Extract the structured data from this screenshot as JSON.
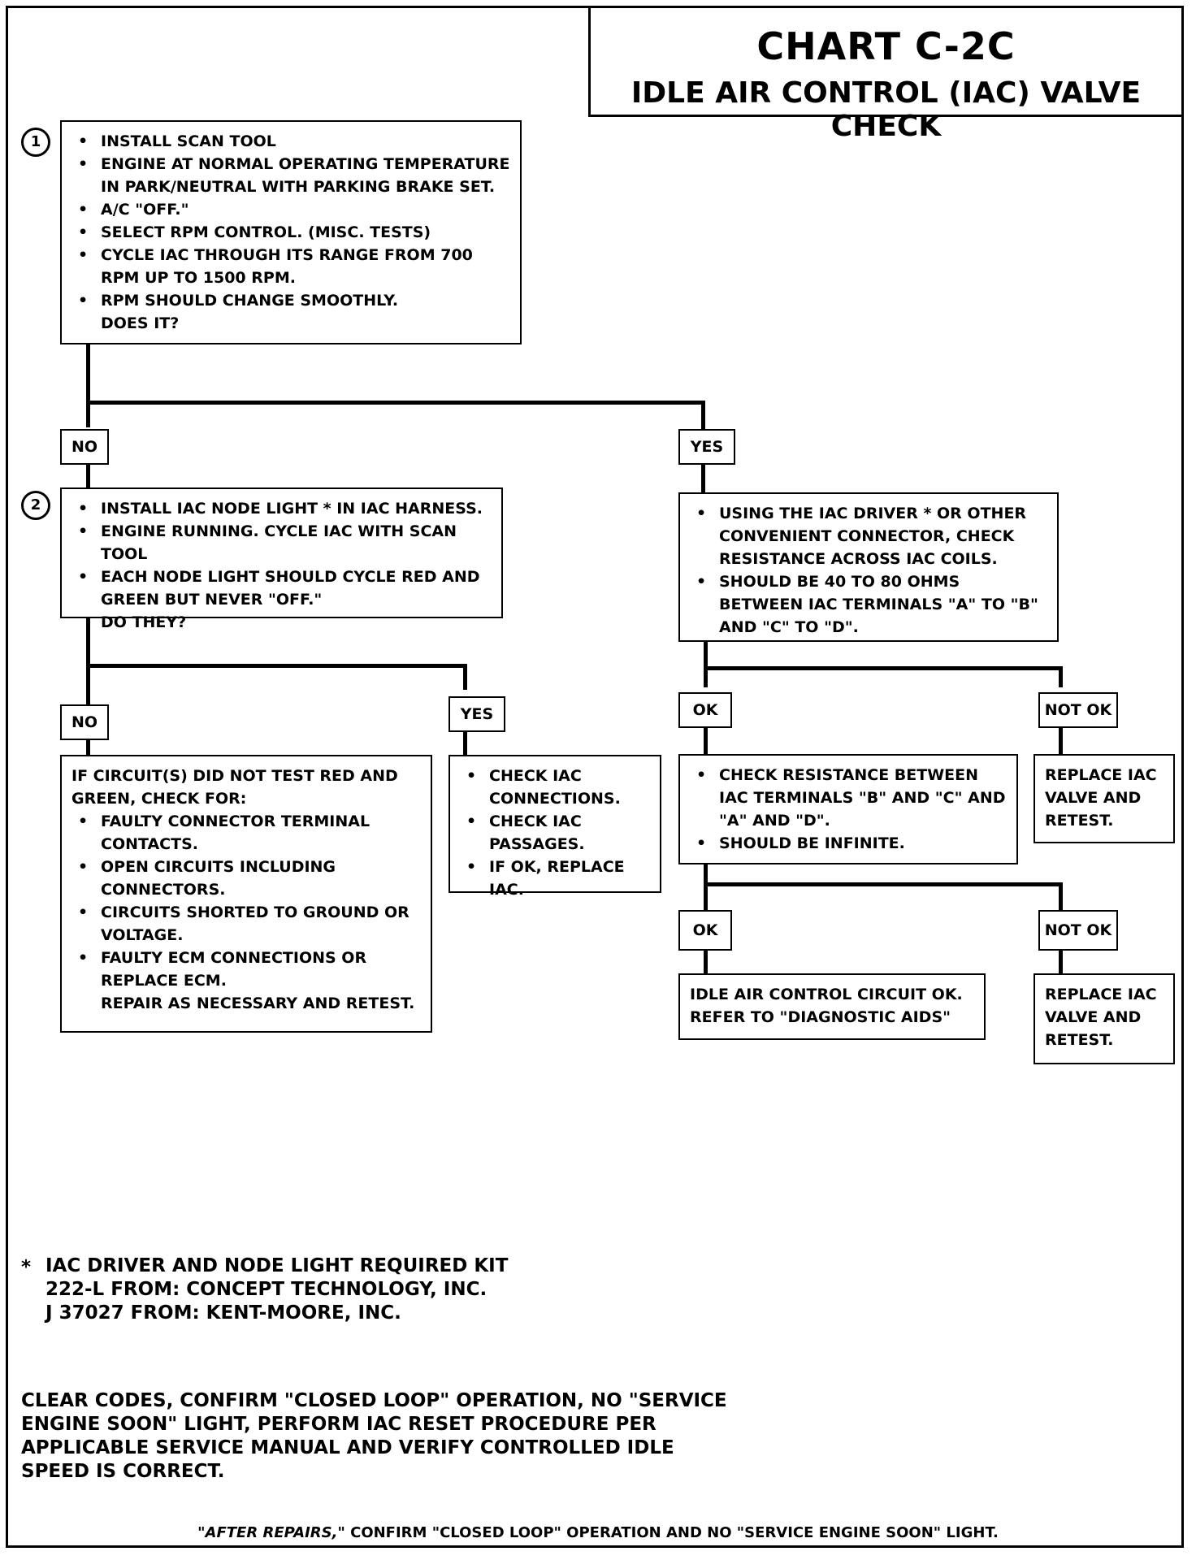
{
  "title": "CHART C-2C",
  "subtitle": "IDLE AIR CONTROL (IAC) VALVE CHECK",
  "steps": {
    "one": "1",
    "two": "2"
  },
  "box1": {
    "items": [
      "INSTALL SCAN TOOL",
      "ENGINE AT NORMAL OPERATING TEMPERATURE IN PARK/NEUTRAL WITH PARKING BRAKE SET.",
      "A/C \"OFF.\"",
      "SELECT RPM CONTROL. (MISC. TESTS)",
      "CYCLE IAC THROUGH ITS RANGE FROM 700 RPM UP TO 1500 RPM.",
      "RPM SHOULD CHANGE SMOOTHLY."
    ],
    "question": "DOES IT?"
  },
  "labels": {
    "no1": "NO",
    "yes1": "YES",
    "no2": "NO",
    "yes2": "YES",
    "ok1": "OK",
    "notok1": "NOT OK",
    "ok2": "OK",
    "notok2": "NOT OK"
  },
  "box2": {
    "items": [
      "INSTALL IAC NODE LIGHT * IN IAC HARNESS.",
      "ENGINE RUNNING. CYCLE IAC WITH SCAN TOOL",
      "EACH NODE LIGHT SHOULD CYCLE RED AND GREEN BUT NEVER \"OFF.\""
    ],
    "question": "DO THEY?"
  },
  "box_yes1": {
    "items": [
      "USING THE IAC DRIVER * OR OTHER CONVENIENT CONNECTOR, CHECK RESISTANCE ACROSS IAC COILS.",
      "SHOULD BE 40 TO 80 OHMS BETWEEN IAC TERMINALS \"A\" TO \"B\" AND \"C\" TO \"D\"."
    ]
  },
  "box_no2": {
    "intro": "IF CIRCUIT(S) DID NOT TEST RED AND GREEN, CHECK FOR:",
    "items": [
      "FAULTY CONNECTOR TERMINAL CONTACTS.",
      "OPEN CIRCUITS INCLUDING CONNECTORS.",
      "CIRCUITS SHORTED TO GROUND OR VOLTAGE.",
      "FAULTY ECM CONNECTIONS OR REPLACE ECM."
    ],
    "outro": "REPAIR AS NECESSARY AND RETEST."
  },
  "box_yes2": {
    "items": [
      "CHECK IAC CONNECTIONS.",
      "CHECK IAC PASSAGES.",
      "IF OK, REPLACE IAC."
    ]
  },
  "box_ok1": {
    "items": [
      "CHECK RESISTANCE BETWEEN IAC TERMINALS \"B\" AND \"C\" AND \"A\" AND \"D\".",
      "SHOULD BE INFINITE."
    ]
  },
  "box_notok1": {
    "text": "REPLACE IAC VALVE AND RETEST."
  },
  "box_ok2": {
    "text": "IDLE AIR CONTROL CIRCUIT OK. REFER TO \"DIAGNOSTIC AIDS\""
  },
  "box_notok2": {
    "text": "REPLACE IAC VALVE AND RETEST."
  },
  "footnote": {
    "star": "*",
    "lines": [
      "IAC DRIVER AND NODE LIGHT REQUIRED KIT",
      "222-L FROM: CONCEPT TECHNOLOGY, INC.",
      "J 37027 FROM: KENT-MOORE, INC."
    ]
  },
  "clear_codes": "CLEAR CODES, CONFIRM \"CLOSED LOOP\" OPERATION, NO \"SERVICE ENGINE SOON\" LIGHT, PERFORM IAC RESET PROCEDURE PER APPLICABLE SERVICE MANUAL AND VERIFY CONTROLLED IDLE SPEED IS CORRECT.",
  "bottom": {
    "emph": "\"AFTER REPAIRS,\"",
    "text": " CONFIRM \"CLOSED LOOP\" OPERATION AND NO \"SERVICE ENGINE SOON\" LIGHT."
  }
}
